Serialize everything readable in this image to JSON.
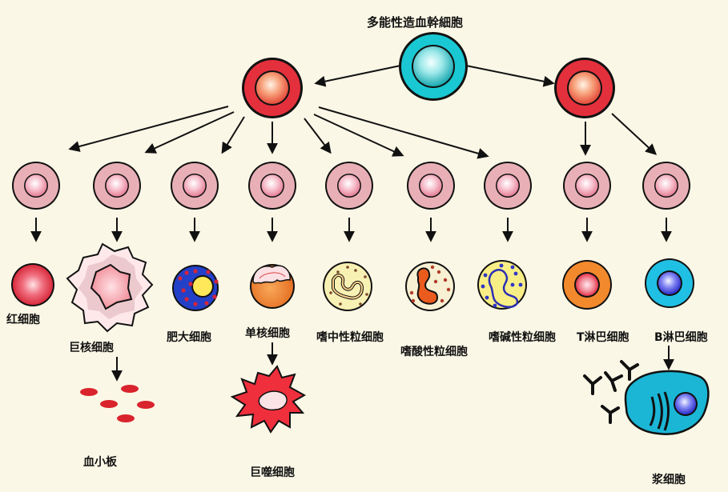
{
  "title": "多能性造血幹細胞",
  "labels": {
    "rbc": "红细胞",
    "megakaryocyte": "巨核细胞",
    "mast": "肥大细胞",
    "monocyte": "单核细胞",
    "neutrophil": "嗜中性粒细胞",
    "eosinophil": "嗜酸性粒细胞",
    "basophil": "嗜碱性粒细胞",
    "tcell": "T淋巴细胞",
    "bcell": "B淋巴细胞",
    "platelet": "血小板",
    "macrophage": "巨噬细胞",
    "plasma": "浆细胞"
  },
  "colors": {
    "background": "#fbf7e6",
    "stem_ring": "#19c8d2",
    "progenitor_ring": "#e4303c",
    "precursor_ring": "#e8b0b6",
    "rbc": "#e32a3a",
    "platelet": "#d9232d",
    "mast_ring": "#2340c8",
    "mast_core": "#ffe85a",
    "monocyte": "#ef7f2a",
    "granulocyte_fill": "#f8f1b4",
    "eosinophil_nucleus": "#ea5b1d",
    "t_cell": "#f2892c",
    "b_cell": "#20c0e4",
    "b_cell_core": "#3b3fe0",
    "macrophage": "#ef2f3c",
    "plasma": "#1bb5d5"
  }
}
